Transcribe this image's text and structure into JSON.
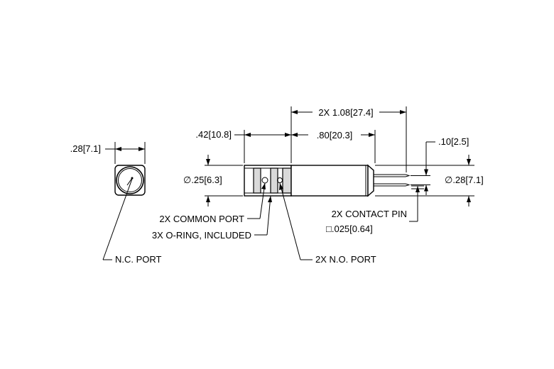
{
  "dimensions": {
    "end_view_width": ".28[7.1]",
    "overall_length": "2X 1.08[27.4]",
    "head_length": ".42[10.8]",
    "body_length": ".80[20.3]",
    "pin_spacing": ".10[2.5]",
    "head_diameter": "∅.25[6.3]",
    "body_diameter": "∅.28[7.1]"
  },
  "callouts": {
    "common_port": "2X COMMON PORT",
    "o_ring": "3X O-RING, INCLUDED",
    "nc_port": "N.C. PORT",
    "no_port": "2X N.O. PORT",
    "contact_pin": "2X CONTACT PIN",
    "contact_pin_size": "□.025[0.64]"
  }
}
